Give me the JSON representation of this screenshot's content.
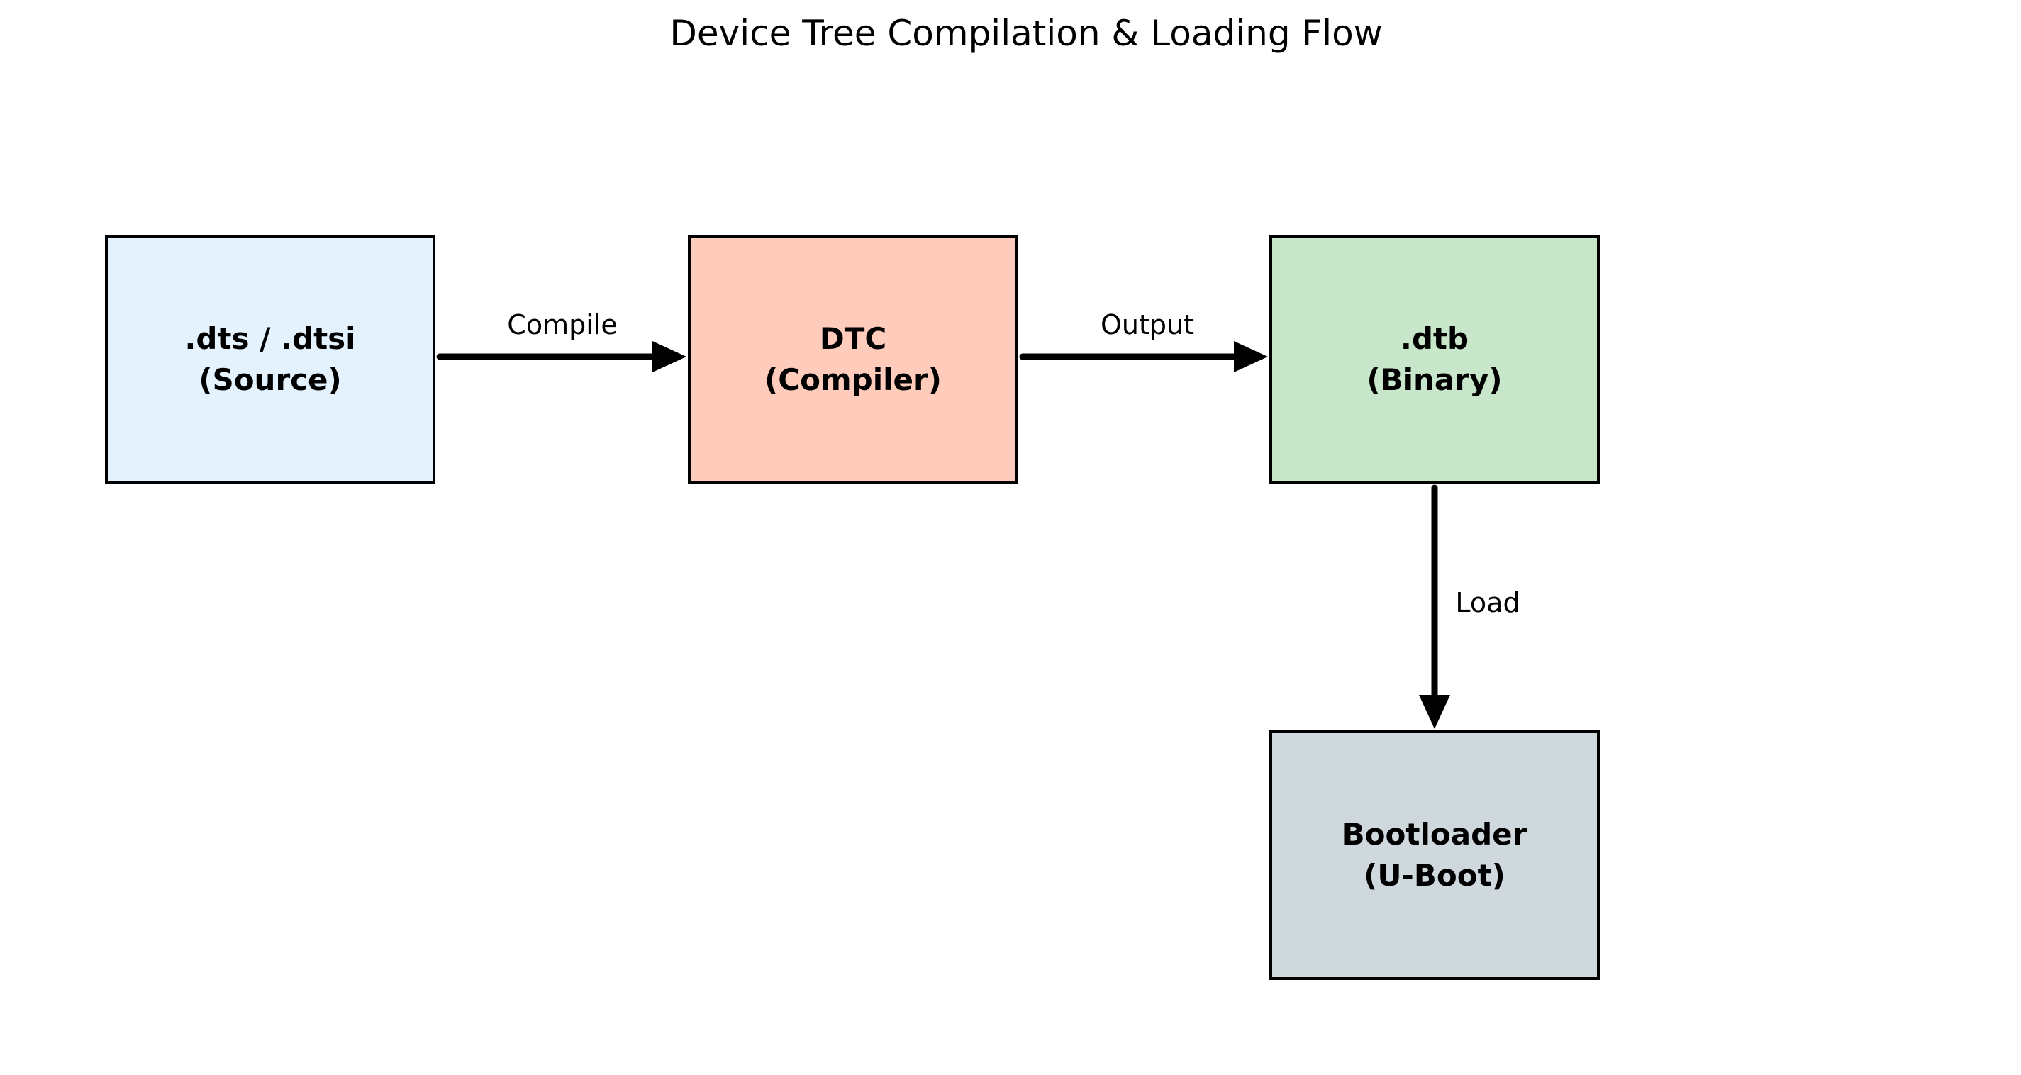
{
  "title": "Device Tree Compilation & Loading Flow",
  "colors": {
    "background": "#ffffff",
    "node_border": "#000000",
    "arrow": "#000000",
    "text": "#000000",
    "source_fill": "#E3F2FD",
    "compiler_fill": "#FFCCBC",
    "binary_fill": "#C8E6C9",
    "bootloader_fill": "#CFD8DC"
  },
  "nodes": [
    {
      "id": "source",
      "line1": ".dts / .dtsi",
      "line2": "(Source)",
      "fill": "#E3F2FD"
    },
    {
      "id": "compiler",
      "line1": "DTC",
      "line2": "(Compiler)",
      "fill": "#FFCCBC"
    },
    {
      "id": "binary",
      "line1": ".dtb",
      "line2": "(Binary)",
      "fill": "#C8E6C9"
    },
    {
      "id": "bootloader",
      "line1": "Bootloader",
      "line2": "(U-Boot)",
      "fill": "#CFD8DC"
    }
  ],
  "edges": [
    {
      "label": "Compile",
      "from": "source",
      "to": "compiler",
      "direction": "right"
    },
    {
      "label": "Output",
      "from": "compiler",
      "to": "binary",
      "direction": "right"
    },
    {
      "label": "Load",
      "from": "binary",
      "to": "bootloader",
      "direction": "down"
    }
  ]
}
